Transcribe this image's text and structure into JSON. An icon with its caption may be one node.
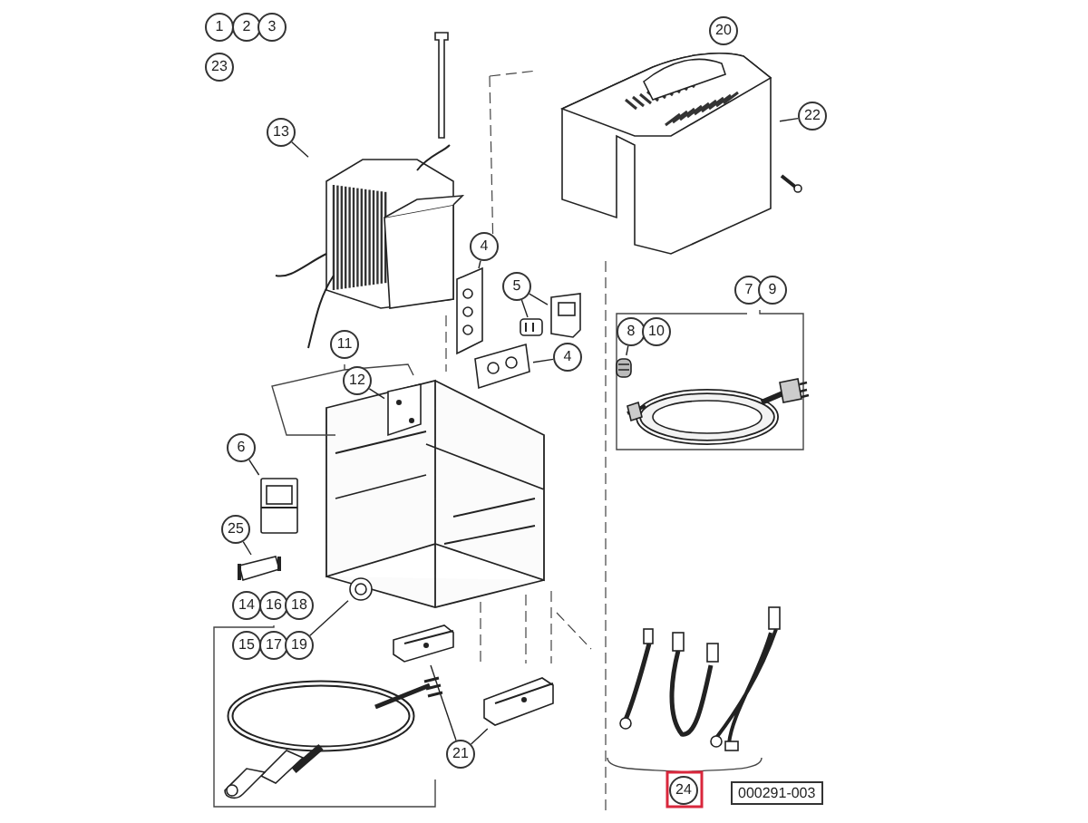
{
  "diagram": {
    "nodes": [
      {
        "text": [
          "1"
        ]
      },
      {
        "text": [
          "2"
        ]
      },
      {
        "text": [
          "3"
        ]
      },
      {
        "text": [
          "23"
        ]
      },
      {
        "text": [
          "13"
        ]
      },
      {
        "text": [
          "20"
        ]
      },
      {
        "text": [
          "22"
        ]
      },
      {
        "text": [
          "4"
        ]
      },
      {
        "text": [
          "5"
        ]
      },
      {
        "text": [
          "4"
        ]
      },
      {
        "text": [
          "7"
        ]
      },
      {
        "text": [
          "9"
        ]
      },
      {
        "text": [
          "8"
        ]
      },
      {
        "text": [
          "10"
        ]
      },
      {
        "text": [
          "11"
        ]
      },
      {
        "text": [
          "12"
        ]
      },
      {
        "text": [
          "6"
        ]
      },
      {
        "text": [
          "25"
        ]
      },
      {
        "text": [
          "14"
        ]
      },
      {
        "text": [
          "16"
        ]
      },
      {
        "text": [
          "18"
        ]
      },
      {
        "text": [
          "15"
        ]
      },
      {
        "text": [
          "17"
        ]
      },
      {
        "text": [
          "19"
        ]
      },
      {
        "text": [
          "21"
        ]
      },
      {
        "text": [
          "24"
        ]
      },
      {
        "text": [
          "000291-003"
        ]
      },
      {
        "text": [],
        "shape": "picture"
      },
      {
        "text": [],
        "shape": "picture"
      },
      {
        "text": [],
        "shape": "picture"
      },
      {
        "text": [],
        "shape": "picture"
      },
      {
        "text": [],
        "shape": "picture"
      },
      {
        "text": [],
        "shape": "picture"
      },
      {
        "text": [],
        "shape": "picture"
      },
      {
        "text": [],
        "shape": "picture"
      },
      {
        "text": [],
        "shape": "picture"
      },
      {
        "text": [],
        "shape": "picture"
      },
      {
        "text": [],
        "shape": "picture"
      },
      {
        "text": [],
        "shape": "picture"
      },
      {
        "text": [],
        "shape": "picture"
      },
      {
        "text": [],
        "shape": "picture"
      },
      {
        "text": [],
        "shape": "picture"
      },
      {
        "text": [],
        "shape": "picture"
      },
      {
        "text": [],
        "shape": "picture"
      }
    ],
    "edges": [
      {
        "from": 4,
        "to": 27,
        "arrow": "none"
      },
      {
        "from": 5,
        "to": 28,
        "arrow": "none"
      },
      {
        "from": 6,
        "to": 28,
        "arrow": "none"
      },
      {
        "from": 7,
        "to": 30,
        "arrow": "none"
      },
      {
        "from": 8,
        "to": 31,
        "arrow": "none"
      },
      {
        "from": 8,
        "to": 32,
        "arrow": "none"
      },
      {
        "from": 9,
        "to": 33,
        "arrow": "none"
      },
      {
        "from": 12,
        "to": 35,
        "arrow": "none"
      },
      {
        "from": 15,
        "to": 36,
        "arrow": "none"
      },
      {
        "from": 16,
        "to": 37,
        "arrow": "none"
      },
      {
        "from": 17,
        "to": 38,
        "arrow": "none"
      },
      {
        "from": 23,
        "to": 39,
        "arrow": "none"
      },
      {
        "from": 24,
        "to": 41,
        "arrow": "none"
      },
      {
        "from": 24,
        "to": 42,
        "arrow": "none"
      }
    ]
  }
}
